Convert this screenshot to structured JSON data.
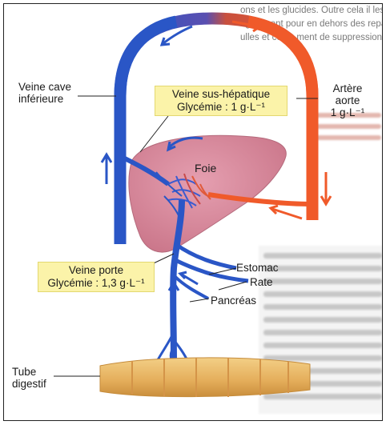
{
  "labels": {
    "veine_cave": [
      "Veine cave",
      "inférieure"
    ],
    "veine_sus_hepatique": "Veine sus-hépatique",
    "glycemie_sus": "Glycémie : 1 g·L⁻¹",
    "artere_aorte": [
      "Artère",
      "aorte",
      "1 g·L⁻¹"
    ],
    "foie": "Foie",
    "veine_porte": "Veine porte",
    "glycemie_porte": "Glycémie : 1,3 g·L⁻¹",
    "estomac": "Estomac",
    "rate": "Rate",
    "pancreas": "Pancréas",
    "tube_digestif": [
      "Tube",
      "digestif"
    ]
  },
  "colors": {
    "vein_blue": "#2a56c6",
    "artery_red": "#f05a2a",
    "liver_pink": "#d88a9c",
    "intestine": "#e8b664",
    "label_box": "#fbf3a9"
  },
  "background_text": {
    "lines": [
      "ons et les glucides. Outre cela il les réserve",
      "également pour en dehors des repas, les cel-",
      "ulles et cons. ment de suppression glycogène à partir"
    ]
  }
}
